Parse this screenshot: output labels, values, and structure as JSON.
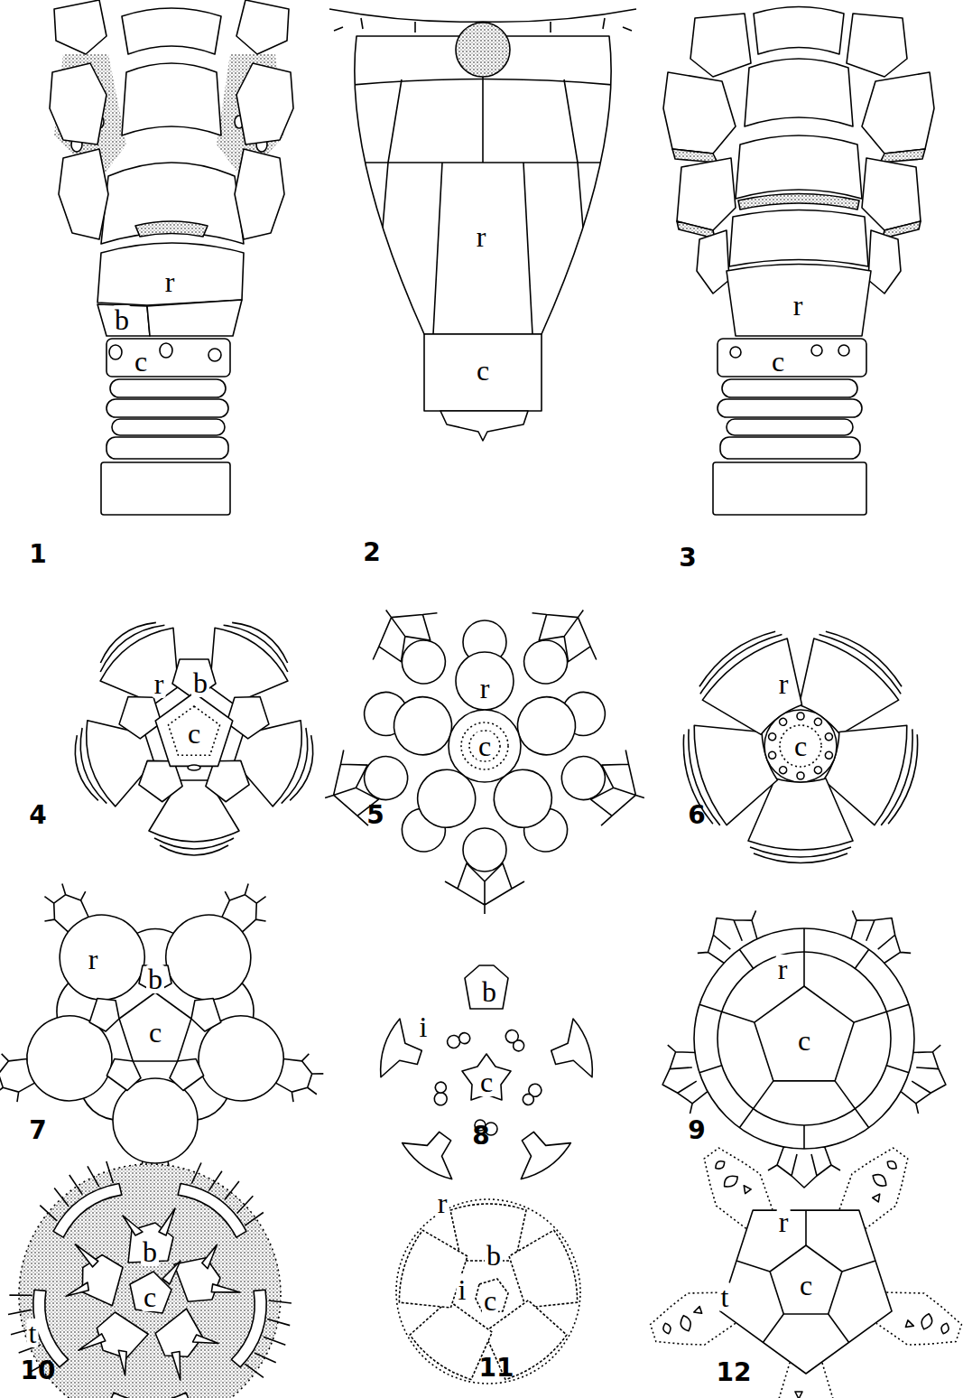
{
  "diagram": {
    "labels": [
      "r",
      "b",
      "c",
      "1",
      "r",
      "c",
      "2",
      "r",
      "c",
      "3",
      "r",
      "b",
      "c",
      "4",
      "r",
      "c",
      "5",
      "r",
      "c",
      "6",
      "r",
      "b",
      "c",
      "7",
      "b",
      "i",
      "c",
      "8",
      "r",
      "c",
      "9",
      "b",
      "c",
      "t",
      "10",
      "r",
      "b",
      "i",
      "c",
      "11",
      "r",
      "c",
      "t",
      "12"
    ]
  }
}
